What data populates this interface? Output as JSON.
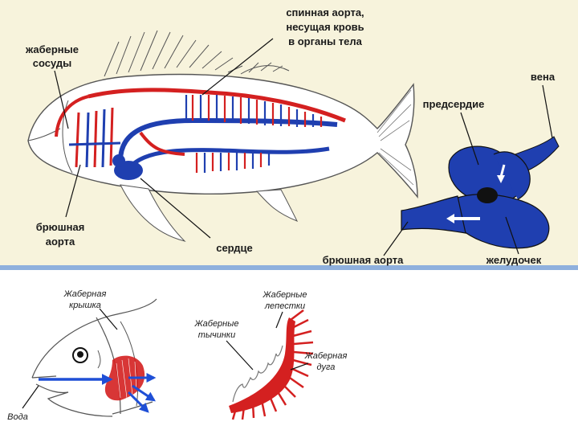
{
  "diagram": {
    "top_labels": {
      "gill_vessels": [
        "жаберные",
        "сосуды"
      ],
      "dorsal_aorta": [
        "спинная аорта,",
        "несущая кровь",
        "в органы тела"
      ],
      "ventral_aorta": [
        "брюшная",
        "аорта"
      ],
      "heart": "сердце",
      "atrium": "предсердие",
      "vein": "вена",
      "heart_ventral_aorta": "брюшная аорта",
      "ventricle": "желудочек"
    },
    "bottom_labels": {
      "gill_cover": [
        "Жаберная",
        "крышка"
      ],
      "water": "Вода",
      "gill_filaments": [
        "Жаберные",
        "лепестки"
      ],
      "gill_rakers": [
        "Жаберные",
        "тычинки"
      ],
      "gill_arch": [
        "Жаберная",
        "дуга"
      ]
    },
    "colors": {
      "arterial": "#d42020",
      "venous": "#1f3fb0",
      "panel_bg": "#f7f3dc",
      "divider": "#8fb0dd",
      "water_arrow": "#1f4fd6"
    }
  }
}
